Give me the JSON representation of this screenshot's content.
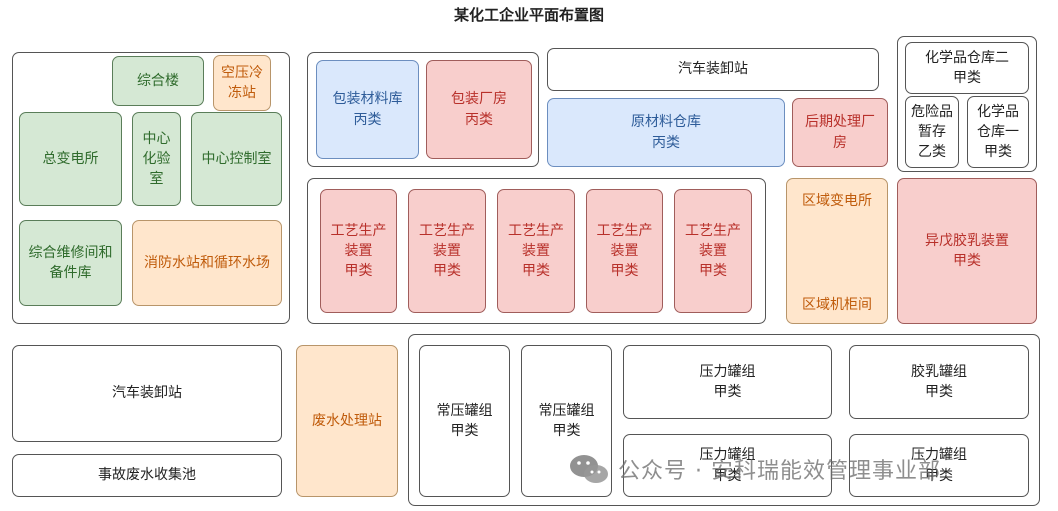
{
  "title": "某化工企业平面布置图",
  "boxes": {
    "office_building": "综合楼",
    "air_compressor": "空压冷\n冻站",
    "main_substation": "总变电所",
    "central_lab": "中心\n化验\n室",
    "central_control": "中心控制室",
    "maintenance": "综合维修间和\n备件库",
    "fire_water": "消防水站和循环水场",
    "packaging_warehouse": "包装材料库\n丙类",
    "packaging_plant": "包装厂房\n丙类",
    "loading_station_top": "汽车装卸站",
    "raw_material": "原材料仓库\n丙类",
    "post_treatment": "后期处理厂\n房",
    "chem_warehouse_2": "化学品仓库二\n甲类",
    "hazmat_temp": "危险品\n暂存\n乙类",
    "chem_warehouse_1": "化学品\n仓库一\n甲类",
    "process_units": [
      "工艺生产\n装置\n甲类",
      "工艺生产\n装置\n甲类",
      "工艺生产\n装置\n甲类",
      "工艺生产\n装置\n甲类",
      "工艺生产\n装置\n甲类"
    ],
    "regional_substation": "区域变电所",
    "cabinet_room": "区域机柜间",
    "isoprene_rubber": "异戊胶乳装置\n甲类",
    "loading_station_bottom": "汽车装卸站",
    "accident_pool": "事故废水收集池",
    "wastewater": "废水处理站",
    "atm_tank_1": "常压罐组\n甲类",
    "atm_tank_2": "常压罐组\n甲类",
    "pressure_tank_1": "压力罐组\n甲类",
    "latex_tank": "胶乳罐组\n甲类",
    "pressure_tank_2": "压力罐组\n甲类",
    "pressure_tank_3": "压力罐组\n甲类"
  },
  "watermark": "公众号 · 安科瑞能效管理事业部",
  "colors": {
    "green": "#d5e8d4",
    "orange": "#ffe6cc",
    "blue": "#dae8fc",
    "red": "#f8cecc",
    "white": "#ffffff"
  }
}
